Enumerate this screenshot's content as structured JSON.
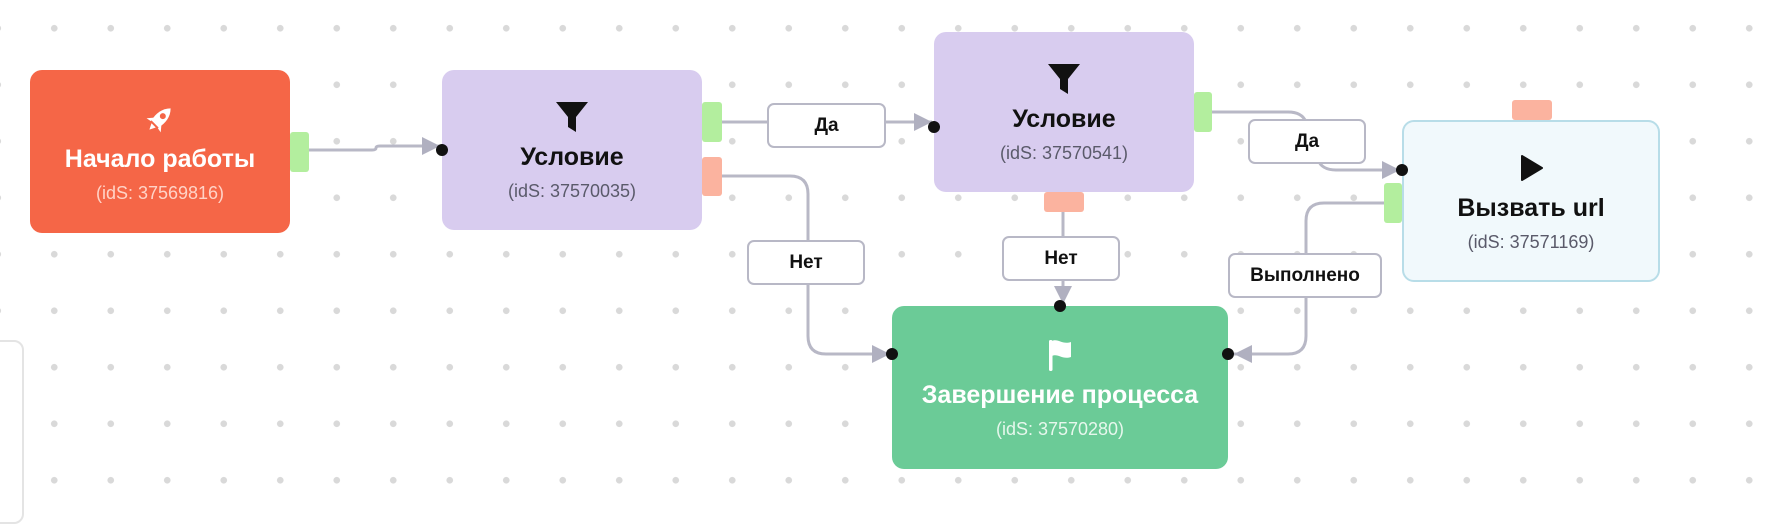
{
  "nodes": {
    "start": {
      "title": "Начало работы",
      "id_text": "(idS: 37569816)",
      "icon": "rocket-icon",
      "color": "#f56647"
    },
    "condition1": {
      "title": "Условие",
      "id_text": "(idS: 37570035)",
      "icon": "filter-icon",
      "color": "#d8ccef"
    },
    "condition2": {
      "title": "Условие",
      "id_text": "(idS: 37570541)",
      "icon": "filter-icon",
      "color": "#d8ccef"
    },
    "call_url": {
      "title": "Вызвать url",
      "id_text": "(idS: 37571169)",
      "icon": "play-icon",
      "color": "#f1f9fc"
    },
    "finish": {
      "title": "Завершение процесса",
      "id_text": "(idS: 37570280)",
      "icon": "flag-icon",
      "color": "#6bcb97"
    }
  },
  "edges": {
    "cond1_yes": "Да",
    "cond1_no": "Нет",
    "cond2_yes": "Да",
    "cond2_no": "Нет",
    "call_done": "Выполнено"
  },
  "colors": {
    "port_success": "#b3ee9e",
    "port_fail": "#fbb39f",
    "edge_line": "#b8b8c6"
  }
}
